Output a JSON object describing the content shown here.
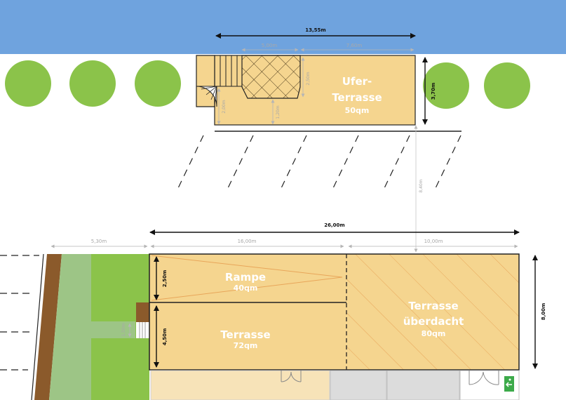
{
  "colors": {
    "water": "#6fa3de",
    "tree": "#8bc34a",
    "deck": "#f5d58f",
    "deck_outline": "#222222",
    "lawn": "#8bc34a",
    "lawn_light": "#9dc586",
    "soil": "#8b5a2b",
    "building": "#f7e3b8",
    "building_grey": "#dcdcdc",
    "hatch": "#e8a65a",
    "exit_sign": "#3caa4a"
  },
  "ufer_terrasse": {
    "name_line1": "Ufer-",
    "name_line2": "Terrasse",
    "area": "50qm",
    "width": "13,55m",
    "depth": "3,70m",
    "sub_width_left": "5,00m",
    "sub_width_right": "7,60m",
    "dim_a": "2,50m",
    "dim_b": "2,00m",
    "dim_c": "1,20m"
  },
  "gap_distance": "8,40m",
  "main": {
    "total_width": "26,00m",
    "width_left": "5,30m",
    "width_mid": "16,00m",
    "width_right": "10,00m",
    "depth": "8,00m",
    "path_width": "1,50m",
    "rampe": {
      "name": "Rampe",
      "area": "40qm",
      "depth": "2,50m"
    },
    "terrasse": {
      "name": "Terrasse",
      "area": "72qm",
      "depth": "4,50m"
    },
    "terrasse_ueberdacht": {
      "name_line1": "Terrasse",
      "name_line2": "überdacht",
      "area": "80qm"
    }
  },
  "icons": [
    "tree-icon",
    "spiral-stair-icon",
    "door-icon",
    "emergency-exit-icon"
  ]
}
